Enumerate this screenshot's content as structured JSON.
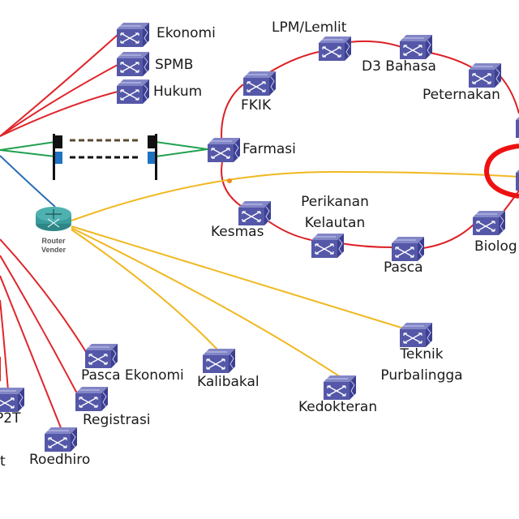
{
  "colors": {
    "link_red": "#e0262b",
    "link_green": "#22a050",
    "link_blue": "#2a6db5",
    "link_yellow": "#f0b820",
    "ring_red": "#dc2026",
    "highlight_red": "#ee1111",
    "switch_front": "#5558a8",
    "switch_top": "#7f83c4",
    "switch_side": "#3c3f90",
    "router_teal": "#3a9c9c",
    "text": "#1a1a1a"
  },
  "left_switches": [
    {
      "id": "ekonomi",
      "label": "Ekonomi"
    },
    {
      "id": "spmb",
      "label": "SPMB"
    },
    {
      "id": "hukum",
      "label": "Hukum"
    }
  ],
  "ring": {
    "nodes": [
      {
        "id": "farmasi",
        "label": "Farmasi"
      },
      {
        "id": "fkik",
        "label": "FKIK"
      },
      {
        "id": "lpm",
        "label": "LPM/Lemlit"
      },
      {
        "id": "d3bahasa",
        "label": "D3 Bahasa"
      },
      {
        "id": "peternakan",
        "label": "Peternakan"
      },
      {
        "id": "biologi",
        "label": "Biolog"
      },
      {
        "id": "pasca",
        "label": "Pasca"
      },
      {
        "id": "perikanan",
        "label": "Perikanan Kelautan",
        "lines": [
          "Perikanan",
          "Kelautan"
        ]
      },
      {
        "id": "kesmas",
        "label": "Kesmas"
      }
    ]
  },
  "link_bridge": {
    "description_hidden": false
  },
  "router": {
    "label_line1": "Router",
    "label_line2": "Vender"
  },
  "vendor_switches": [
    {
      "id": "kalibakal",
      "label": "Kalibakal"
    },
    {
      "id": "kedokteran",
      "label": "Kedokteran"
    },
    {
      "id": "teknik",
      "label": "Teknik Purbalingga",
      "lines": [
        "Teknik",
        "Purbalingga"
      ]
    }
  ],
  "bottom_switches": [
    {
      "id": "pascaekonomi",
      "label": "Pasca Ekonomi"
    },
    {
      "id": "registrasi",
      "label": "Registrasi"
    },
    {
      "id": "roedhiro",
      "label": "Roedhiro"
    },
    {
      "id": "p2t",
      "label": "P2T"
    },
    {
      "id": "cut_t",
      "label": "t"
    }
  ]
}
